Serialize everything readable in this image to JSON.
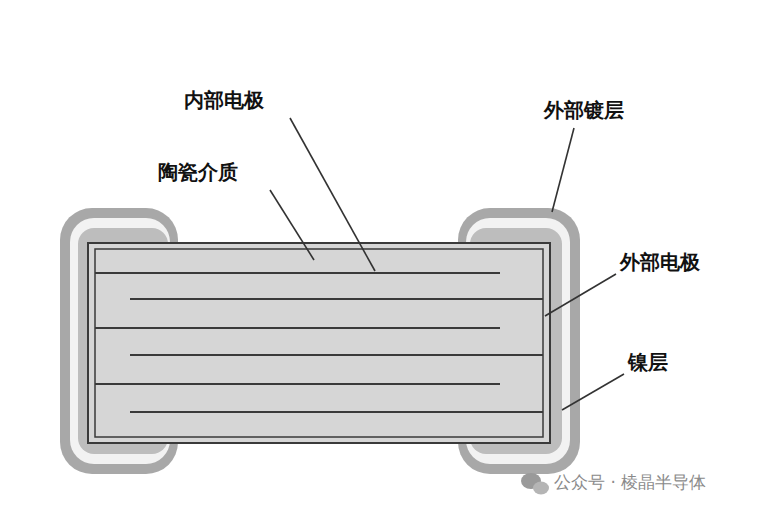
{
  "diagram": {
    "labels": [
      "内部电极",
      "陶瓷介质",
      "外部镀层",
      "外部电极",
      "镍层",
      "公众号 · 棱晶半导体"
    ]
  }
}
